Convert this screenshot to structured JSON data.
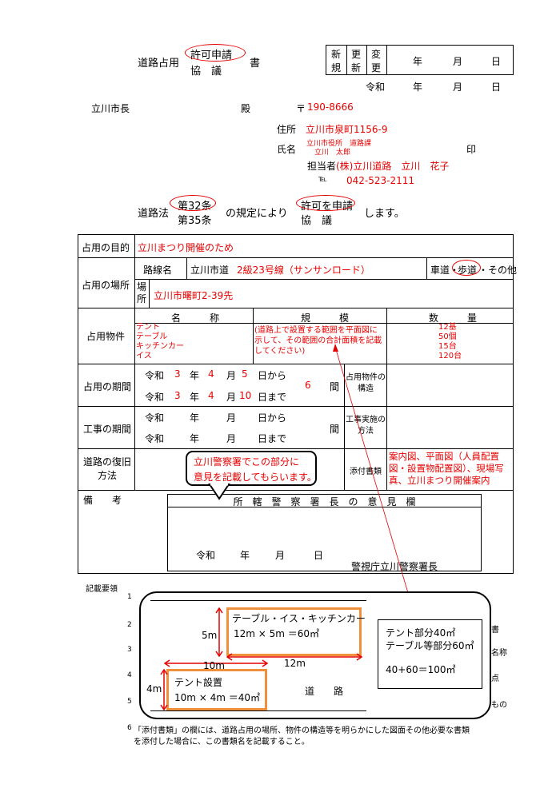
{
  "title": {
    "prefix": "道路占用",
    "opt1": "許可申請",
    "opt2": "協　議",
    "suffix": "書"
  },
  "status_box": {
    "new": [
      "新",
      "規"
    ],
    "update": [
      "更",
      "新"
    ],
    "change": [
      "変",
      "更"
    ],
    "date_y": "年",
    "date_m": "月",
    "date_d": "日"
  },
  "date_line": {
    "era": "令和",
    "y": "年",
    "m": "月",
    "d": "日"
  },
  "recipient": {
    "name": "立川市長",
    "honorific": "殿"
  },
  "applicant": {
    "postal_mark": "〒",
    "postal": "190-8666",
    "address_label": "住所",
    "address": "立川市泉町1156-9",
    "name_label": "氏名",
    "name_line1": "立川市役所　道路課",
    "name_line2": "立川　太郎",
    "seal": "印",
    "contact_label": "担当者",
    "contact": "(株)立川道路　立川　花子",
    "tel_label": "℡",
    "tel": "042-523-2111"
  },
  "law_line": {
    "prefix": "道路法",
    "art1": "第32条",
    "art2": "第35条",
    "middle": "の規定により",
    "opt1": "許可を申請",
    "opt2": "協　議",
    "suffix": "します。"
  },
  "table": {
    "purpose_label": "占用の目的",
    "purpose": "立川まつり開催のため",
    "place_label": "占用の場所",
    "route_label": "路線名",
    "route_type": "立川市道",
    "route": "2級23号線（サンサンロード）",
    "road_type_pre": "車道・",
    "road_type_sel": "歩道",
    "road_type_post": "・その他",
    "site_label": "場所",
    "site": "立川市曙町2-39先",
    "objects_label": "占用物件",
    "col_name": "名　　　称",
    "col_scale": "規　　　模",
    "col_qty": "数　　　量",
    "items": [
      "テント",
      "テーブル",
      "キッチンカー",
      "イス"
    ],
    "scale_note": "(道路上で設置する範囲を平面図に示して、その範囲の合計面積を記載してください)",
    "qtys": [
      "12基",
      "50個",
      "15台",
      "120台"
    ],
    "period_label": "占用の期間",
    "p_era": "令和",
    "p_start_y": "3",
    "p_start_m": "4",
    "p_start_d": "5",
    "p_from": "日から",
    "p_end_y": "3",
    "p_end_m": "4",
    "p_end_d": "10",
    "p_to": "日まで",
    "y": "年",
    "m": "月",
    "duration": "6",
    "duration_unit": "間",
    "structure_label": "占用物件の構造",
    "work_label": "工事の期間",
    "work_from": "日から",
    "work_to": "日まで",
    "method_label": "工事実施の方法",
    "restore_label": "道路の復旧方法",
    "attach_label": "添付書類",
    "attach": "案内図、平面図（人員配置図・設置物配置図）、現場写真、立川まつり開催案内",
    "remarks_label": "備　　考"
  },
  "police": {
    "title": "所　轄　警　察　署　長　の　意　見　欄",
    "era": "令和",
    "y": "年",
    "m": "月",
    "d": "日",
    "signer": "警視庁立川警察署長"
  },
  "callout": {
    "line1": "立川警察署でこの部分に",
    "line2": "意見を記載してもらいます。"
  },
  "notes": {
    "title": "記載要領",
    "n1": "1",
    "n2": "2",
    "n3": "3",
    "n4": "4",
    "n5": "5",
    "n6": "6",
    "frag2": "書",
    "frag3": "名称",
    "frag4": "点",
    "frag5": "もの",
    "item6_line1": "「添付書類」の欄には、道路占用の場所、物件の構造等を明らかにした図面その他必要な書類",
    "item6_line2": "を添付した場合に、この書類名を記載すること。"
  },
  "diagram": {
    "box1_title": "テーブル・イス・キッチンカー",
    "box1_calc": "12m × 5m ＝60㎡",
    "box2_title": "テント設置",
    "box2_calc": "10m × 4m ＝40㎡",
    "dim_5m": "5m",
    "dim_12m": "12m",
    "dim_10m": "10m",
    "dim_4m": "4m",
    "road": "道　　路",
    "sum1": "テント部分40㎡",
    "sum2": "テーブル等部分60㎡",
    "sum3": "40+60＝100㎡"
  },
  "colors": {
    "annotation": "#e60000",
    "diagram_box": "#f0903a"
  }
}
